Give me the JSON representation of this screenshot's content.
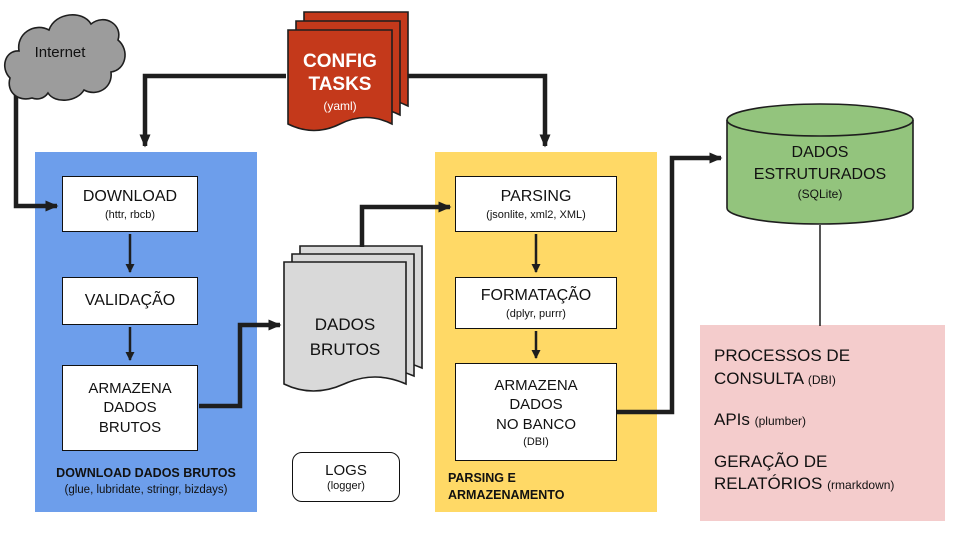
{
  "colors": {
    "group_blue": "#6D9EEB",
    "group_yellow": "#FFD966",
    "group_pink": "#F4CCCC",
    "doc_red": "#C4391B",
    "doc_gray": "#D9D9D9",
    "cylinder_green": "#93C47D",
    "cloud_gray": "#9C9C9C",
    "arrow": "#1e1e1e"
  },
  "internet": {
    "label": "Internet"
  },
  "config_tasks": {
    "title": "CONFIG\nTASKS",
    "sub": "(yaml)"
  },
  "raw_docs": {
    "title": "DADOS\nBRUTOS"
  },
  "logs": {
    "title": "LOGS",
    "sub": "(logger)"
  },
  "database": {
    "title": "DADOS\nESTRUTURADOS",
    "sub": "(SQLite)"
  },
  "download_group": {
    "caption": "DOWNLOAD DADOS BRUTOS",
    "caption_sub": "(glue, lubridate, stringr, bizdays)",
    "steps": [
      {
        "title": "DOWNLOAD",
        "sub": "(httr, rbcb)"
      },
      {
        "title": "VALIDAÇÃO"
      },
      {
        "title": "ARMAZENA\nDADOS\nBRUTOS"
      }
    ]
  },
  "parsing_group": {
    "caption": "PARSING E\nARMAZENAMENTO",
    "steps": [
      {
        "title": "PARSING",
        "sub": "(jsonlite, xml2, XML)"
      },
      {
        "title": "FORMATAÇÃO",
        "sub": "(dplyr, purrr)"
      },
      {
        "title": "ARMAZENA\nDADOS\nNO BANCO",
        "sub": "(DBI)"
      }
    ]
  },
  "outputs": {
    "items": [
      {
        "label": "PROCESSOS DE\nCONSULTA",
        "package": "(DBI)"
      },
      {
        "label": "APIs",
        "package": "(plumber)"
      },
      {
        "label": "GERAÇÃO DE\nRELATÓRIOS",
        "package": "(rmarkdown)"
      }
    ]
  }
}
